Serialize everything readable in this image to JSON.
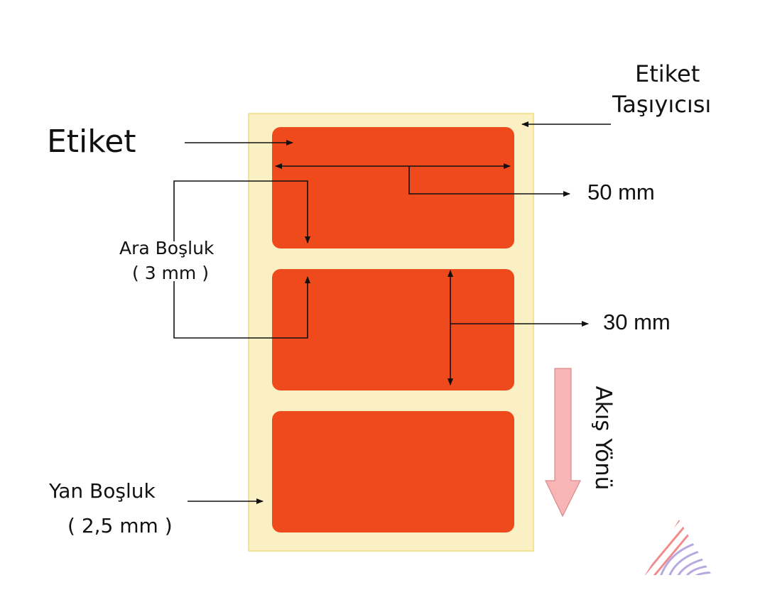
{
  "labels": {
    "carrier_line1": "Etiket",
    "carrier_line2": "Taşıyıcısı",
    "label": "Etiket",
    "width": "50 mm",
    "gap_line1": "Ara Boşluk",
    "gap_line2": "( 3 mm )",
    "height": "30 mm",
    "flow_direction": "Akış Yönü",
    "side_margin_line1": "Yan Boşluk",
    "side_margin_line2": "( 2,5 mm )"
  },
  "colors": {
    "carrier": "#FAF0C4",
    "carrier_border": "#EEDC7E",
    "label": "#EE4A1C",
    "flow_arrow": "#F7B5B5",
    "flow_arrow_border": "#D88B8B",
    "ink": "#111111"
  },
  "icons": {
    "logo": "striped-triangle-logo-icon"
  }
}
